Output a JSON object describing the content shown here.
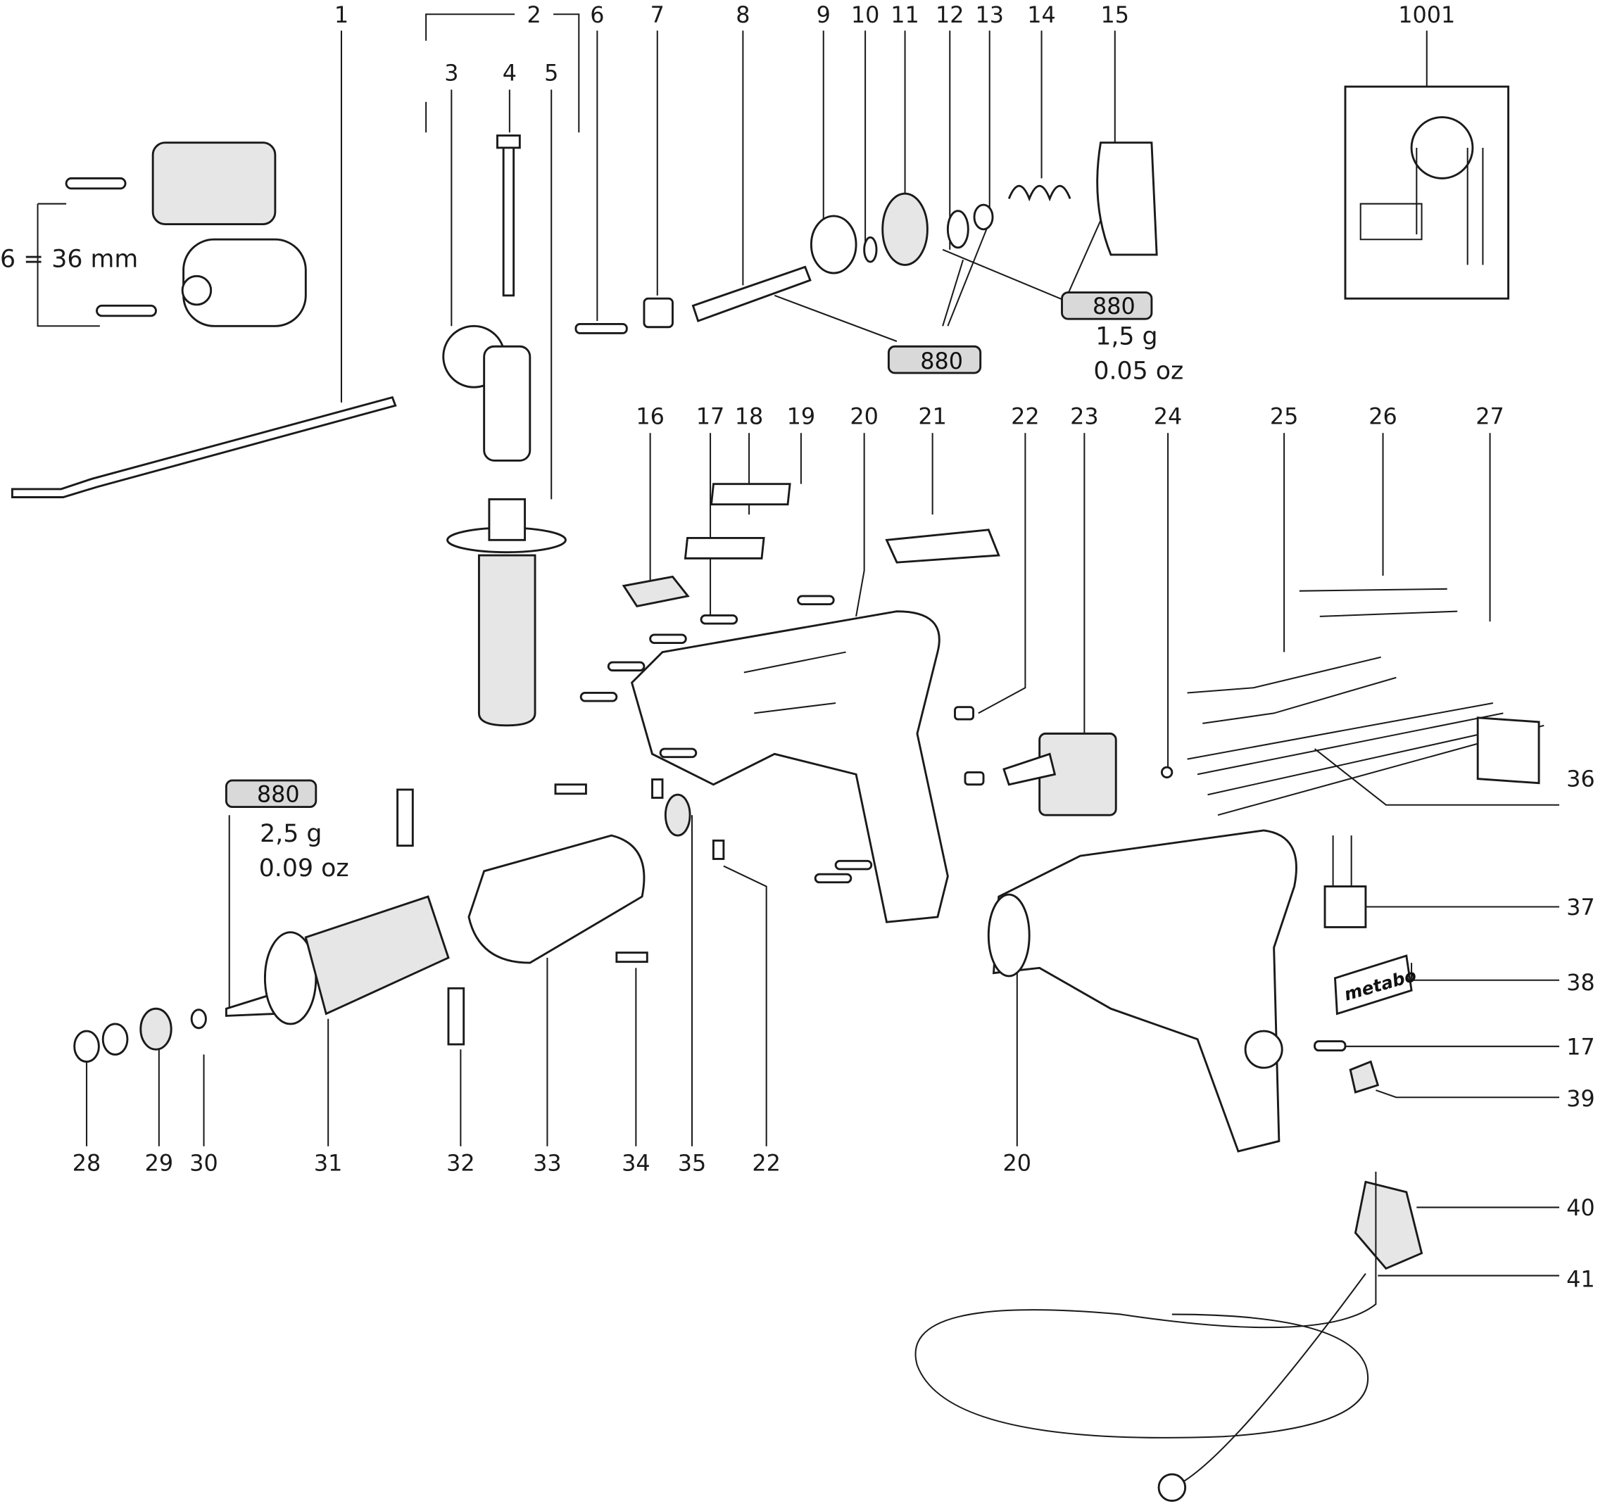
{
  "diagram": {
    "title": "Exploded parts diagram - impact drill",
    "part_labels": [
      "1",
      "2",
      "6",
      "7",
      "8",
      "9",
      "10",
      "11",
      "12",
      "13",
      "14",
      "15",
      "1001",
      "3",
      "4",
      "5",
      "16",
      "17",
      "18",
      "19",
      "20",
      "21",
      "22",
      "23",
      "24",
      "25",
      "26",
      "27",
      "36",
      "37",
      "38",
      "17",
      "39",
      "40",
      "41",
      "28",
      "29",
      "30",
      "31",
      "32",
      "33",
      "34",
      "35",
      "22",
      "20"
    ],
    "notes": {
      "screw_length": "6 = 36 mm",
      "grease_1_code": "880",
      "grease_2_code": "880",
      "grease_2_amount_g": "1,5 g",
      "grease_2_amount_oz": "0.05 oz",
      "grease_3_code": "880",
      "grease_3_amount_g": "2,5 g",
      "grease_3_amount_oz": "0.09 oz"
    },
    "logo": "metabo"
  }
}
